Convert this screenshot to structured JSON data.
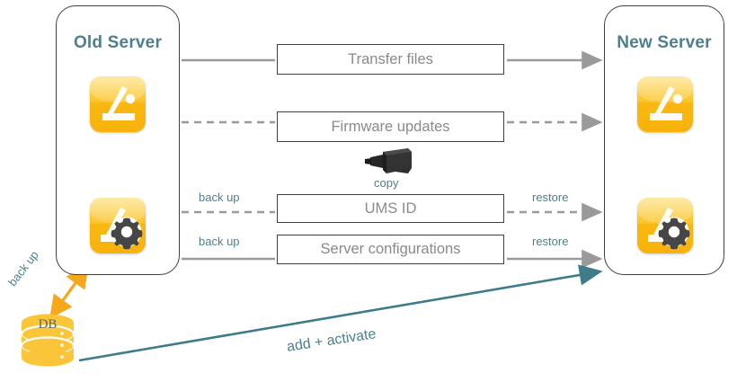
{
  "diagram": {
    "title_old": "Old Server",
    "title_new": "New Server",
    "colors": {
      "teal": "#4e7f8f",
      "teal_arrow": "#3e7c8a",
      "orange": "#f5a81c",
      "gray_line": "#9a9a9a",
      "box_text": "#8a8a8a",
      "box_border": "#3f3f3f",
      "icon_yellow": "#fbc62f",
      "gear_gray": "#464646",
      "usb_black": "#2b2b2b",
      "db_yellow": "#fbc53a"
    },
    "old_server": {
      "label": "Old Server",
      "icons": [
        {
          "name": "ums-console-icon"
        },
        {
          "name": "ums-settings-icon"
        }
      ],
      "internal_arrow": "bidirectional"
    },
    "new_server": {
      "label": "New Server",
      "icons": [
        {
          "name": "ums-console-icon"
        },
        {
          "name": "ums-settings-icon"
        }
      ],
      "internal_arrow": "bidirectional"
    },
    "flows": [
      {
        "id": "transfer-files",
        "box_label": "Transfer files",
        "left_line": "solid",
        "right_line": "solid",
        "left_label": "",
        "right_label": ""
      },
      {
        "id": "firmware-updates",
        "box_label": "Firmware updates",
        "left_line": "dashed",
        "right_line": "dashed",
        "left_label": "",
        "right_label": ""
      },
      {
        "id": "ums-id",
        "box_label": "UMS ID",
        "left_line": "dashed",
        "right_line": "dashed",
        "left_label": "back up",
        "right_label": "restore"
      },
      {
        "id": "server-configurations",
        "box_label": "Server configurations",
        "left_line": "solid",
        "right_line": "solid",
        "left_label": "back up",
        "right_label": "restore"
      }
    ],
    "usb": {
      "label": "copy",
      "icon": "usb-stick-icon"
    },
    "database": {
      "label": "DB",
      "backup_label": "back up"
    },
    "bottom_arrow": {
      "label": "add + activate"
    }
  }
}
